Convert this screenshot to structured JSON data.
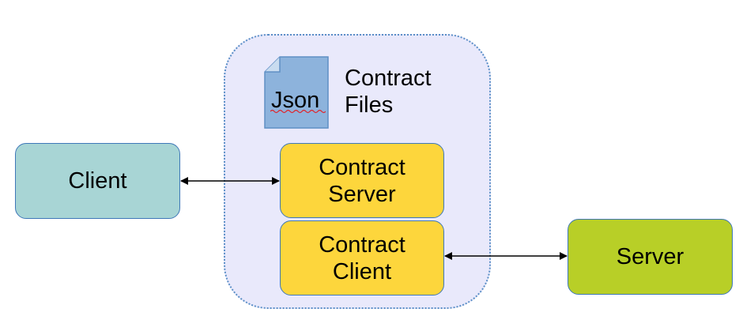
{
  "diagram": {
    "json_icon_label": "Json",
    "contract_files": {
      "line1": "Contract",
      "line2": "Files"
    },
    "client": "Client",
    "contract_server": {
      "line1": "Contract",
      "line2": "Server"
    },
    "contract_client": {
      "line1": "Contract",
      "line2": "Client"
    },
    "server": "Server"
  },
  "colors": {
    "client_fill": "#a8d5d5",
    "contract_fill": "#fdd63c",
    "server_fill": "#b8cf27",
    "container_fill": "#e9e9fb",
    "border": "#3f78b8",
    "json_icon_fill": "#8db3dc"
  },
  "icons": {
    "json_file": "document-icon"
  }
}
